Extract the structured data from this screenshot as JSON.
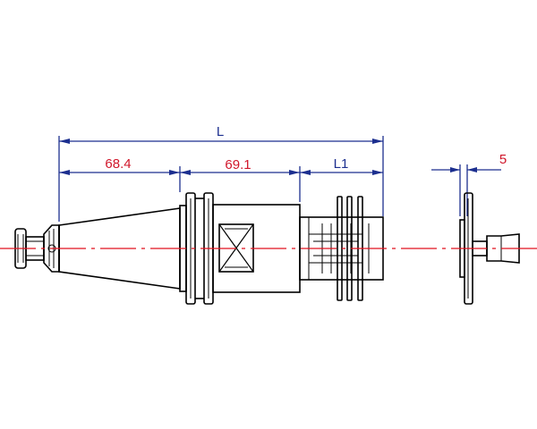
{
  "colors": {
    "outline": "#000000",
    "dimension": "#1c2f8f",
    "label": "#d0162a",
    "centerline": "#e0101e"
  },
  "dimensions": {
    "overall": "L",
    "taper": "68.4",
    "body": "69.1",
    "collet": "L1",
    "thickness": "5"
  }
}
